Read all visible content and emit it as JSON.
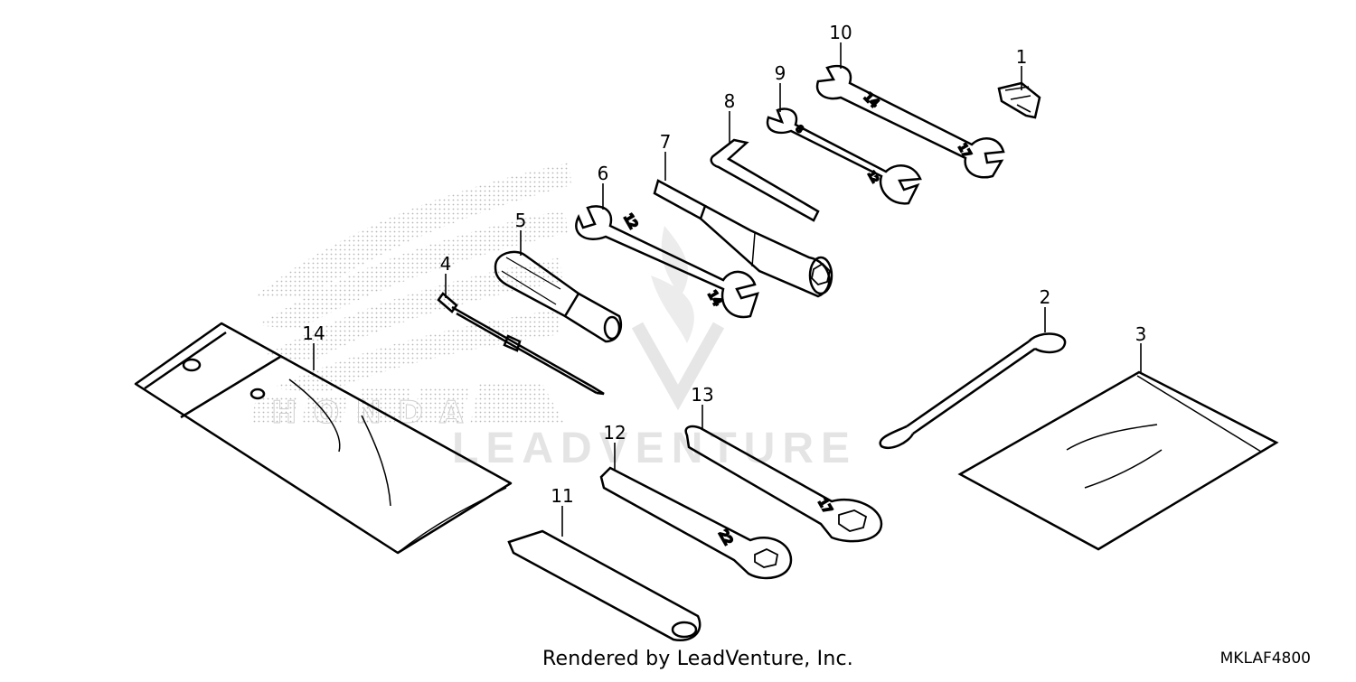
{
  "diagram": {
    "footer_credit": "Rendered by LeadVenture, Inc.",
    "diagram_code": "MKLAF4800",
    "watermark_text": "LEADVENTURE",
    "logo_text": "HONDA",
    "wrench_marks": {
      "w6_top": "12",
      "w6_bottom": "14",
      "w9_top": "8",
      "w9_bottom": "12",
      "w10_top": "14",
      "w10_bottom": "17",
      "w12": "22",
      "w13": "17"
    },
    "callouts": [
      {
        "id": "1",
        "label": "1"
      },
      {
        "id": "2",
        "label": "2"
      },
      {
        "id": "3",
        "label": "3"
      },
      {
        "id": "4",
        "label": "4"
      },
      {
        "id": "5",
        "label": "5"
      },
      {
        "id": "6",
        "label": "6"
      },
      {
        "id": "7",
        "label": "7"
      },
      {
        "id": "8",
        "label": "8"
      },
      {
        "id": "9",
        "label": "9"
      },
      {
        "id": "10",
        "label": "10"
      },
      {
        "id": "11",
        "label": "11"
      },
      {
        "id": "12",
        "label": "12"
      },
      {
        "id": "13",
        "label": "13"
      },
      {
        "id": "14",
        "label": "14"
      }
    ]
  }
}
